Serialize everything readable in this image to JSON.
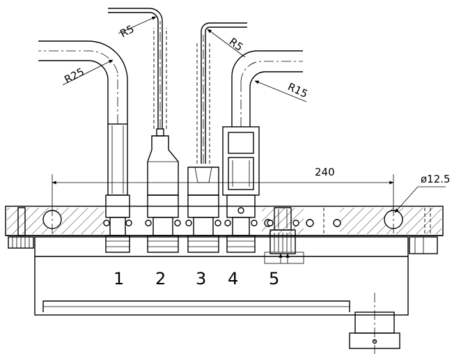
{
  "dimensions": {
    "r25": "R25",
    "r5_left": "R5",
    "r5_right": "R5",
    "r15": "R15",
    "width": "240",
    "hole_dia": "ø12.5"
  },
  "callouts": [
    "1",
    "2",
    "3",
    "4",
    "5"
  ]
}
